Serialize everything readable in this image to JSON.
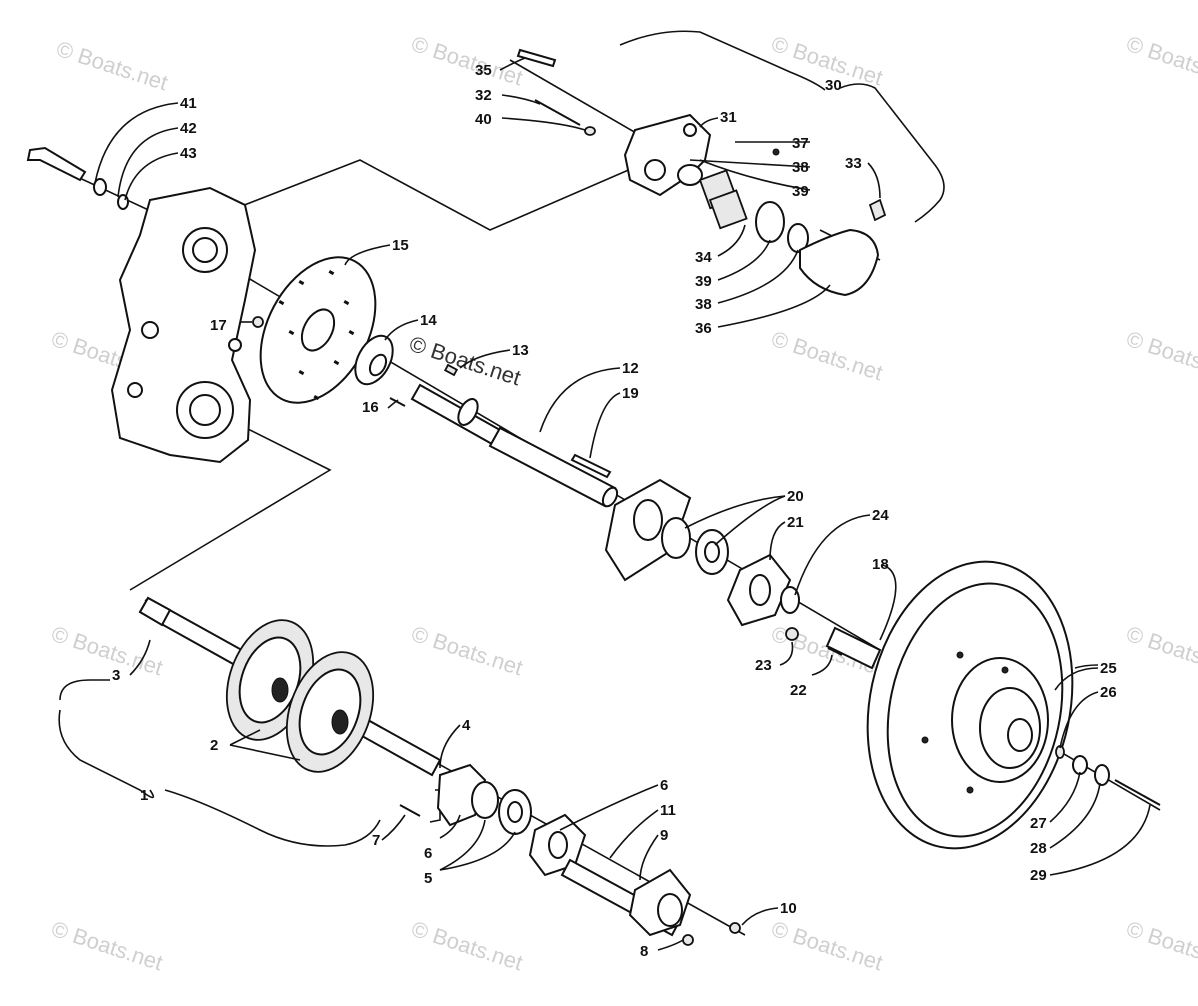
{
  "watermark": "© Boats.net",
  "center_watermark": "© Boats.net",
  "callouts": [
    {
      "id": "1",
      "text": "1"
    },
    {
      "id": "2",
      "text": "2"
    },
    {
      "id": "3",
      "text": "3"
    },
    {
      "id": "4",
      "text": "4"
    },
    {
      "id": "5",
      "text": "5"
    },
    {
      "id": "6a",
      "text": "6"
    },
    {
      "id": "6b",
      "text": "6"
    },
    {
      "id": "7",
      "text": "7"
    },
    {
      "id": "8",
      "text": "8"
    },
    {
      "id": "9",
      "text": "9"
    },
    {
      "id": "10",
      "text": "10"
    },
    {
      "id": "11",
      "text": "11"
    },
    {
      "id": "12",
      "text": "12"
    },
    {
      "id": "13",
      "text": "13"
    },
    {
      "id": "14",
      "text": "14"
    },
    {
      "id": "15",
      "text": "15"
    },
    {
      "id": "16",
      "text": "16"
    },
    {
      "id": "17",
      "text": "17"
    },
    {
      "id": "18",
      "text": "18"
    },
    {
      "id": "19",
      "text": "19"
    },
    {
      "id": "20",
      "text": "20"
    },
    {
      "id": "21",
      "text": "21"
    },
    {
      "id": "22",
      "text": "22"
    },
    {
      "id": "23",
      "text": "23"
    },
    {
      "id": "24",
      "text": "24"
    },
    {
      "id": "25",
      "text": "25"
    },
    {
      "id": "26",
      "text": "26"
    },
    {
      "id": "27",
      "text": "27"
    },
    {
      "id": "28",
      "text": "28"
    },
    {
      "id": "29",
      "text": "29"
    },
    {
      "id": "30",
      "text": "30"
    },
    {
      "id": "31",
      "text": "31"
    },
    {
      "id": "32",
      "text": "32"
    },
    {
      "id": "33",
      "text": "33"
    },
    {
      "id": "34",
      "text": "34"
    },
    {
      "id": "35",
      "text": "35"
    },
    {
      "id": "36",
      "text": "36"
    },
    {
      "id": "37",
      "text": "37"
    },
    {
      "id": "38a",
      "text": "38"
    },
    {
      "id": "38b",
      "text": "38"
    },
    {
      "id": "39a",
      "text": "39"
    },
    {
      "id": "39b",
      "text": "39"
    },
    {
      "id": "40",
      "text": "40"
    },
    {
      "id": "41",
      "text": "41"
    },
    {
      "id": "42",
      "text": "42"
    },
    {
      "id": "43",
      "text": "43"
    }
  ]
}
